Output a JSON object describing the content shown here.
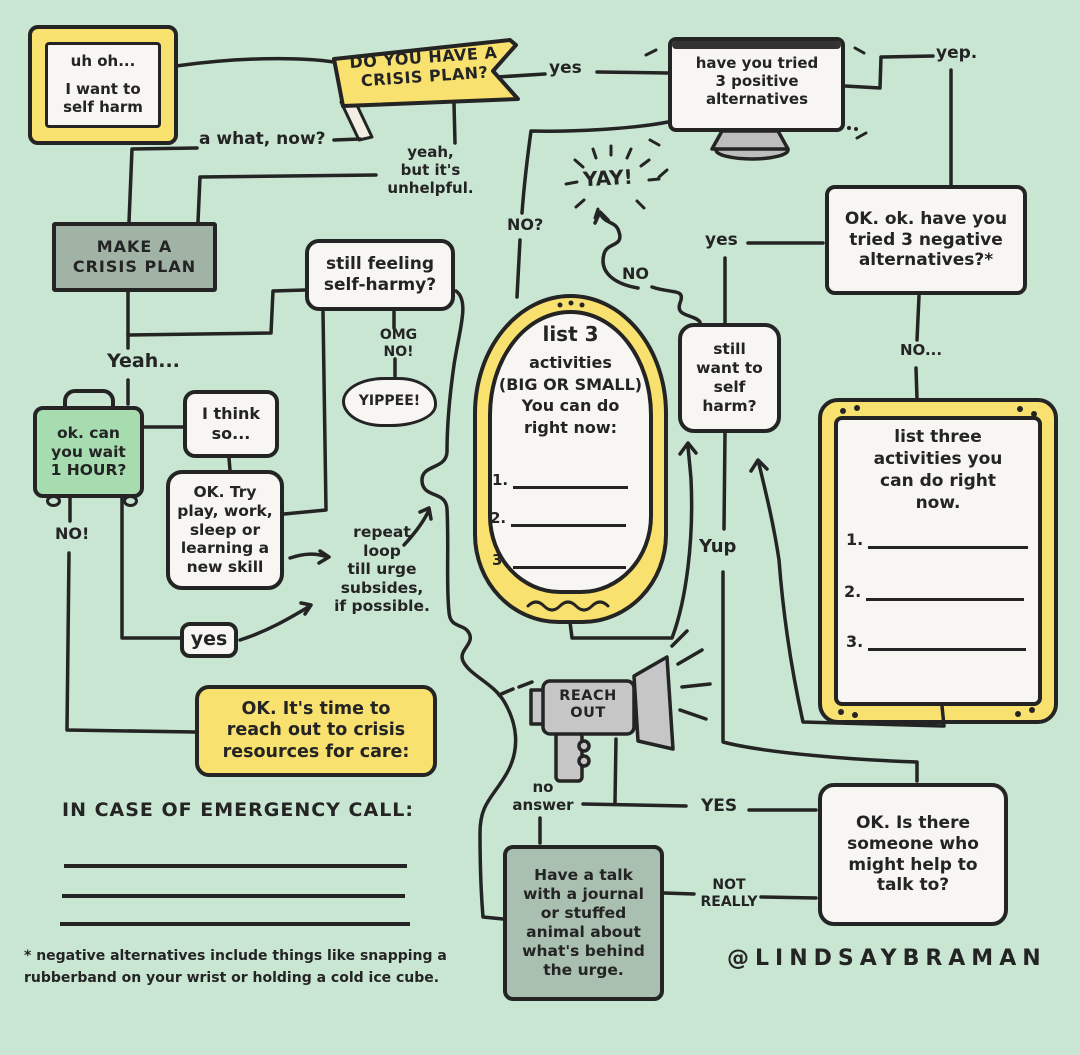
{
  "palette": {
    "background": "#c9e6d2",
    "ink": "#242424",
    "yellow": "#f8e16e",
    "sage": "#a1b3a5",
    "sage_light": "#a9bfaf",
    "green": "#a6dcb0",
    "paper": "#f7f6f2",
    "gray": "#c6c6c6"
  },
  "nodes": {
    "frame_note": {
      "line1": "uh oh...",
      "rest": "I want to\nself harm"
    },
    "banner": {
      "text": "DO YOU HAVE A\nCRISIS PLAN?"
    },
    "monitor": {
      "text": "have you tried\n3 positive\nalternatives"
    },
    "neg_alt_box": {
      "text": "OK. ok. have you\ntried 3 negative\nalternatives?*"
    },
    "make_plan_box": {
      "text": "MAKE A\nCRISIS PLAN"
    },
    "still_feeling_box": {
      "text": "still feeling\nself-harmy?"
    },
    "omg_no": {
      "text": "OMG\nNO!"
    },
    "yippee": {
      "text": "YIPPEE!"
    },
    "yay": {
      "text": "YAY!"
    },
    "mirror": {
      "title": "list 3",
      "subtitle": "activities\n(BIG OR SMALL)\nYou can do\nright now:",
      "items": [
        "1.",
        "2.",
        "3."
      ]
    },
    "board": {
      "heading": "list three\nactivities you\ncan do right\nnow.",
      "items": [
        "1.",
        "2.",
        "3."
      ]
    },
    "still_want_box": {
      "text": "still\nwant to\nself\nharm?"
    },
    "suitcase": {
      "text": "ok. can\nyou wait\n1 HOUR?"
    },
    "i_think_box": {
      "text": "I think\nso..."
    },
    "try_box": {
      "text": "OK. Try\nplay, work,\nsleep or\nlearning a\nnew skill"
    },
    "repeat_note": {
      "text": "repeat\nloop\ntill urge\nsubsides,\nif possible."
    },
    "yes_box": {
      "text": "yes"
    },
    "reach_box": {
      "text": "OK. It's time to\nreach out to crisis\nresources for care:"
    },
    "megaphone": {
      "text": "REACH\nOUT"
    },
    "journal_box": {
      "text": "Have a talk\nwith a journal\nor stuffed\nanimal about\nwhat's behind\nthe urge."
    },
    "someone_box": {
      "text": "OK. Is there\nsomeone who\nmight help to\ntalk to?"
    }
  },
  "labels": {
    "yes_top": "yes",
    "yep": "yep.",
    "a_what_now": "a what, now?",
    "yeah_unhelpful": "yeah,\nbut it's\nunhelpful.",
    "no_q": "NO?",
    "no_wavy": "NO",
    "yes_right": "yes",
    "no_dots": "NO...",
    "yeah": "Yeah...",
    "no_excl": "NO!",
    "yup": "Yup",
    "no_answer": "no\nanswer",
    "yes_bottom": "YES",
    "not_really": "NOT\nREALLY"
  },
  "emergency": {
    "heading": "IN CASE OF EMERGENCY CALL:"
  },
  "footnote": {
    "text": "* negative alternatives include things like snapping a\nrubberband on your wrist or holding a cold ice cube."
  },
  "signature": {
    "handle": "@LINDSAYBRAMAN"
  }
}
